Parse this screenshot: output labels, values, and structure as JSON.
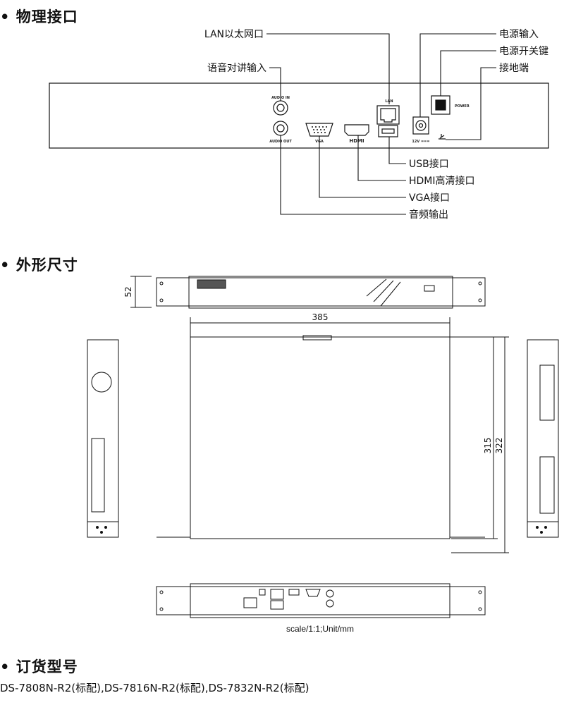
{
  "sections": {
    "interfaces": "• 物理接口",
    "dimensions": "• 外形尺寸",
    "ordering": "• 订货型号"
  },
  "callouts": {
    "lan": "LAN以太网口",
    "audio_in": "语音对讲输入",
    "power_in": "电源输入",
    "power_switch": "电源开关键",
    "ground": "接地端",
    "usb": "USB接口",
    "hdmi": "HDMI高清接口",
    "vga": "VGA接口",
    "audio_out": "音频输出"
  },
  "panel_labels": {
    "audio_in": "AUDIO IN",
    "audio_out": "AUDIO OUT",
    "vga": "VGA",
    "hdmi": "HDMI",
    "lan": "LAN",
    "power": "POWER",
    "voltage": "12V ==="
  },
  "dimensions": {
    "height": "52",
    "width": "385",
    "depth_inner": "315",
    "depth_outer": "322"
  },
  "scale_note": "scale/1:1;Unit/mm",
  "models": "DS-7808N-R2(标配),DS-7816N-R2(标配),DS-7832N-R2(标配)"
}
